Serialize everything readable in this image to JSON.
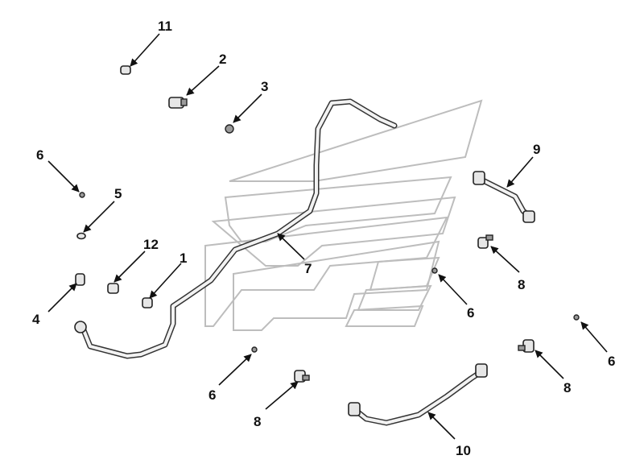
{
  "diagram": {
    "labels": {
      "l1": "1",
      "l2": "2",
      "l3": "3",
      "l4": "4",
      "l5": "5",
      "l6a": "6",
      "l6b": "6",
      "l6c": "6",
      "l6d": "6",
      "l7": "7",
      "l8a": "8",
      "l8b": "8",
      "l8c": "8",
      "l9": "9",
      "l10": "10",
      "l11": "11",
      "l12": "12"
    },
    "colors": {
      "ink": "#111111",
      "watermark": "#bdbdbd"
    }
  }
}
